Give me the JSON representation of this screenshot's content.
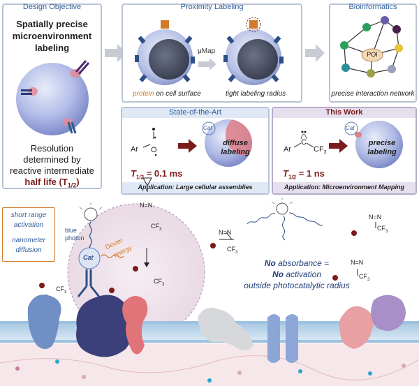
{
  "design_objective": {
    "title": "Design Objective",
    "heading_line1": "Spatially precise",
    "heading_line2": "microenvironment",
    "heading_line3": "labeling",
    "resolution_line1": "Resolution",
    "resolution_line2": "determined by",
    "resolution_line3": "reactive intermediate",
    "half_life_label": "half life (T",
    "half_life_sub": "1/2",
    "half_life_close": ")"
  },
  "proximity_labeling": {
    "title": "Proximity Labeling",
    "arrow_label": "μMap",
    "caption_left_highlight": "protein",
    "caption_left_rest": " on cell surface",
    "caption_right": "tight labeling radius"
  },
  "bioinformatics": {
    "title": "Bioinformatics",
    "node_label": "POI",
    "caption": "precise interaction network"
  },
  "state_of_the_art": {
    "title": "State-of-the-Art",
    "cat_label": "Cat",
    "molecule_ar": "Ar",
    "molecule_o": "O",
    "sphere_label_line1": "diffuse",
    "sphere_label_line2": "labeling",
    "half_life_T": "T",
    "half_life_sub": "1/2",
    "half_life_value": " = 0.1 ms",
    "application": "Application: Large cellular assemblies"
  },
  "this_work": {
    "title": "This Work",
    "cat_label": "Cat",
    "molecule_ar": "Ar",
    "molecule_c": "C",
    "molecule_cf3": "CF",
    "molecule_cf3_sub": "3",
    "sphere_label_line1": "precise",
    "sphere_label_line2": "labeling",
    "half_life_T": "T",
    "half_life_sub": "1/2",
    "half_life_value": " = 1 ns",
    "application": "Application: Microenvironment Mapping"
  },
  "bottom_scene": {
    "legend_line1": "short range",
    "legend_line2": "activation",
    "legend_line3": "nanometer",
    "legend_line4": "diffusion",
    "blue_photon_line1": "blue",
    "blue_photon_line2": "photon",
    "dexter_line1": "Dexter",
    "dexter_line2": "energy",
    "cat_label": "Cat",
    "diazirine_n": "N=N",
    "cf3": "CF",
    "cf3_sub": "3",
    "no_line1_bold": "No",
    "no_line1_rest": " absorbance =",
    "no_line2_bold": "No",
    "no_line2_rest": " activation",
    "no_line3": "outside photocatalytic radius"
  },
  "colors": {
    "panel_border": "#b9c3d7",
    "title_blue": "#2f5f9a",
    "accent_orange": "#d07a2a",
    "dark_red": "#7a1c1c",
    "this_work_header": "#e6e0ee",
    "sota_header": "#dfe8f5"
  }
}
